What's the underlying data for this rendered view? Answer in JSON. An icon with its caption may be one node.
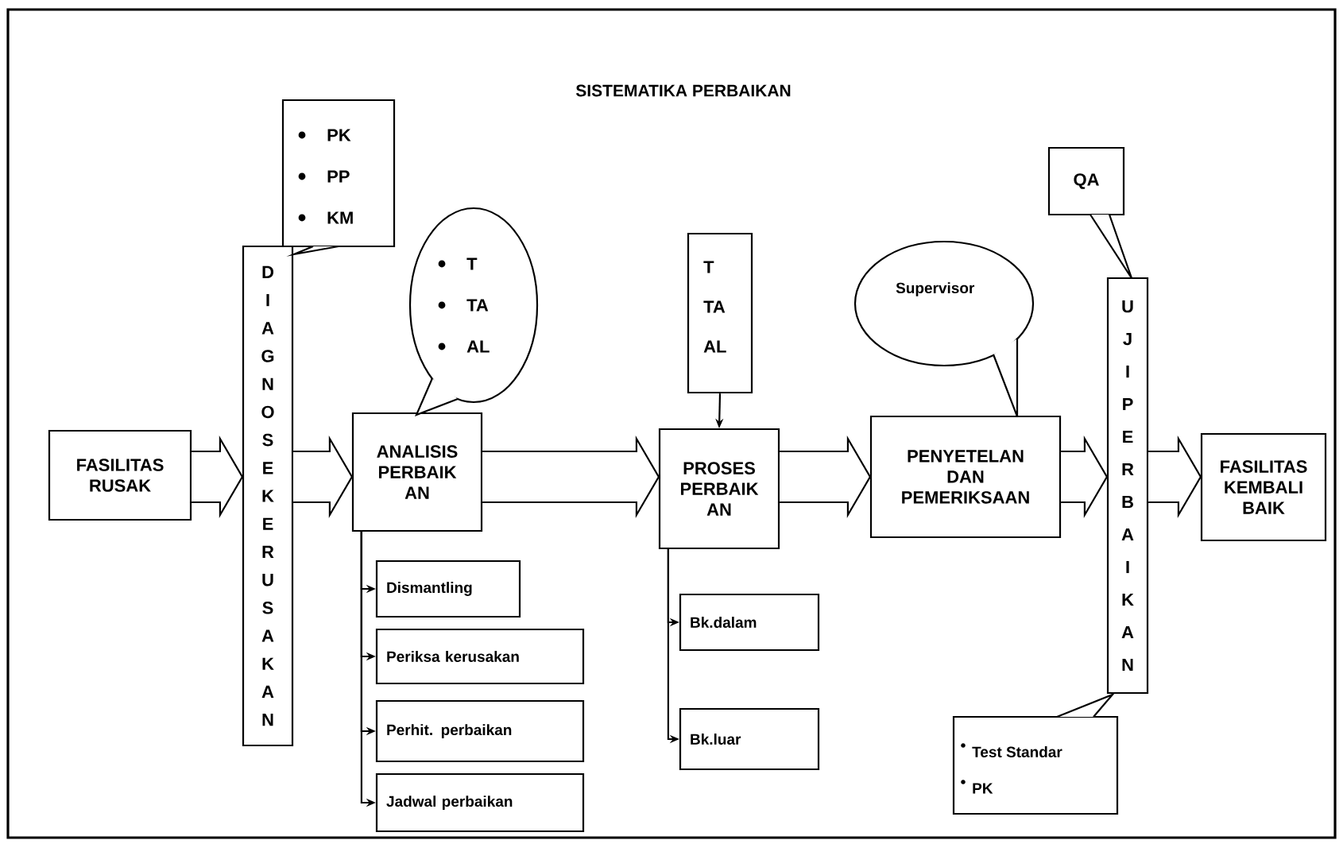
{
  "diagram": {
    "title": "SISTEMATIKA PERBAIKAN",
    "nodes": [
      {
        "text": [
          "FASILITAS RUSAK"
        ]
      },
      {
        "text": [
          "DIAGNOSE KERUSAKAN"
        ]
      },
      {
        "text": [
          "PK",
          "PP",
          "KM"
        ]
      },
      {
        "text": [
          "ANALISIS PERBAIK AN"
        ]
      },
      {
        "text": [
          "T",
          "TA",
          "AL"
        ]
      },
      {
        "text": [
          "T",
          "TA",
          "AL"
        ]
      },
      {
        "text": [
          "PROSES PERBAIK AN"
        ]
      },
      {
        "text": [
          "Supervisor"
        ]
      },
      {
        "text": [
          "PENYETELAN DAN PEMERIKSAAN"
        ]
      },
      {
        "text": [
          "QA"
        ]
      },
      {
        "text": [
          "UJI PERBAIKAN"
        ]
      },
      {
        "text": [
          "Test Standar",
          "PK"
        ]
      },
      {
        "text": [
          "FASILITAS KEMBALI BAIK"
        ]
      },
      {
        "text": [
          "Dismantling"
        ]
      },
      {
        "text": [
          "Periksa kerusakan"
        ]
      },
      {
        "text": [
          "Perhit. perbaikan"
        ]
      },
      {
        "text": [
          "Jadwal perbaikan"
        ]
      },
      {
        "text": [
          "Bk.dalam"
        ]
      },
      {
        "text": [
          "Bk.luar"
        ]
      }
    ],
    "edges": [
      {
        "from": 0,
        "to": 1,
        "arrow": "to",
        "style": "thick"
      },
      {
        "from": 1,
        "to": 3,
        "arrow": "to",
        "style": "thick"
      },
      {
        "from": 3,
        "to": 6,
        "arrow": "to",
        "style": "thick"
      },
      {
        "from": 6,
        "to": 8,
        "arrow": "to",
        "style": "thick"
      },
      {
        "from": 8,
        "to": 10,
        "arrow": "to",
        "style": "thick"
      },
      {
        "from": 10,
        "to": 12,
        "arrow": "to",
        "style": "thick"
      },
      {
        "from": 5,
        "to": 6,
        "arrow": "to"
      },
      {
        "from": 3,
        "to": 13,
        "arrow": "to"
      },
      {
        "from": 3,
        "to": 14,
        "arrow": "to"
      },
      {
        "from": 3,
        "to": 15,
        "arrow": "to"
      },
      {
        "from": 3,
        "to": 16,
        "arrow": "to"
      },
      {
        "from": 6,
        "to": 17,
        "arrow": "to"
      },
      {
        "from": 6,
        "to": 18,
        "arrow": "to"
      }
    ]
  }
}
